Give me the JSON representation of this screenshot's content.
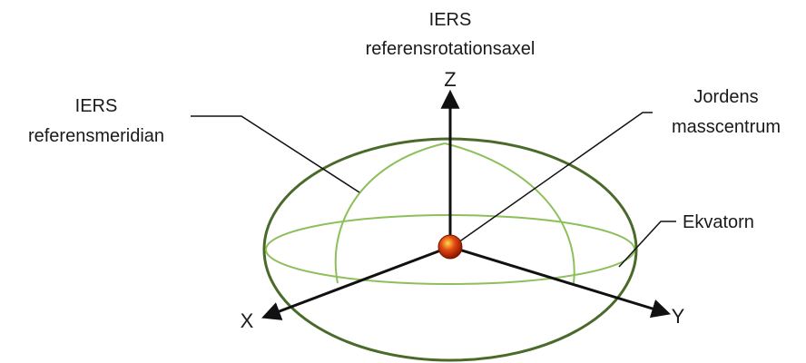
{
  "labels": {
    "rotation_axis_line1": "IERS",
    "rotation_axis_line2": "referensrotationsaxel",
    "meridian_line1": "IERS",
    "meridian_line2": "referensmeridian",
    "mass_center_line1": "Jordens",
    "mass_center_line2": "masscentrum",
    "equator": "Ekvatorn"
  },
  "axes": {
    "x": "X",
    "y": "Y",
    "z": "Z"
  },
  "colors": {
    "ellipsoid_outline": "#4a6a2a",
    "equator_and_meridians": "#8dbf5a",
    "axes": "#111111",
    "center_sphere": "#cc2200",
    "center_highlight": "#ffcc33"
  }
}
